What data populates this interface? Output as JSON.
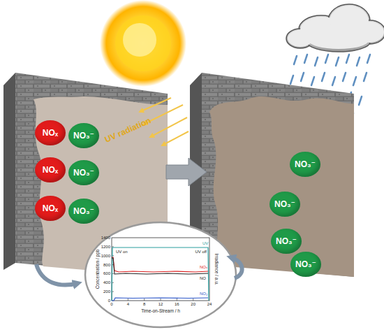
{
  "diagram": {
    "nodes": [
      {
        "text": [
          "NOₓ"
        ]
      },
      {
        "text": [
          "NO₃⁻"
        ]
      },
      {
        "text": [
          "NOₓ"
        ]
      },
      {
        "text": [
          "NO₃⁻"
        ]
      },
      {
        "text": [
          "NOₓ"
        ]
      },
      {
        "text": [
          "NO₃⁻"
        ]
      },
      {
        "text": [
          "NO₃⁻"
        ]
      },
      {
        "text": [
          "NO₃⁻"
        ]
      },
      {
        "text": [
          "NO₃⁻"
        ]
      },
      {
        "text": [
          "NO₃⁻"
        ]
      }
    ],
    "labels": [
      "UV radiation",
      "0",
      "200",
      "400",
      "600",
      "800",
      "1000",
      "1200",
      "1400",
      "0",
      "4",
      "8",
      "12",
      "16",
      "20",
      "24",
      "Concentration / ppb",
      "Irradiance / a.u.",
      "Time-on-Stream / h",
      "UV on",
      "UV off",
      "UV",
      "NOₓ",
      "NO",
      "NO₂"
    ]
  }
}
